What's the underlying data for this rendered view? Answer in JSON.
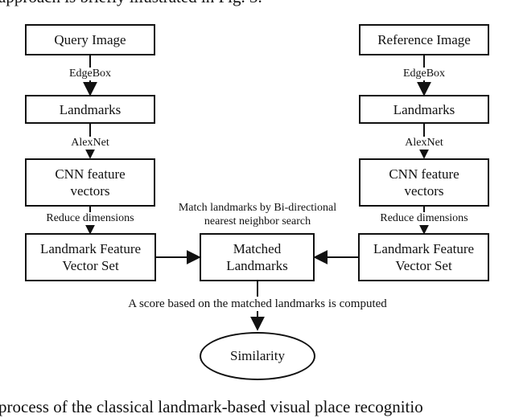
{
  "top_text": "approach is briefly illustrated in Fig. 3.",
  "bottom_text": "process of the classical landmark-based visual place recognitio",
  "left_column": {
    "box1": "Query Image",
    "edge1": "EdgeBox",
    "box2": "Landmarks",
    "edge2": "AlexNet",
    "box3_line1": "CNN feature",
    "box3_line2": "vectors",
    "edge3": "Reduce dimensions",
    "box4_line1": "Landmark Feature",
    "box4_line2": "Vector Set"
  },
  "right_column": {
    "box1": "Reference Image",
    "edge1": "EdgeBox",
    "box2": "Landmarks",
    "edge2": "AlexNet",
    "box3_line1": "CNN feature",
    "box3_line2": "vectors",
    "edge3": "Reduce dimensions",
    "box4_line1": "Landmark Feature",
    "box4_line2": "Vector Set"
  },
  "center": {
    "match_label_line1": "Match landmarks by Bi-directional",
    "match_label_line2": "nearest neighbor search",
    "matched_line1": "Matched",
    "matched_line2": "Landmarks",
    "score_label": "A score based on the matched landmarks is computed",
    "similarity": "Similarity"
  }
}
